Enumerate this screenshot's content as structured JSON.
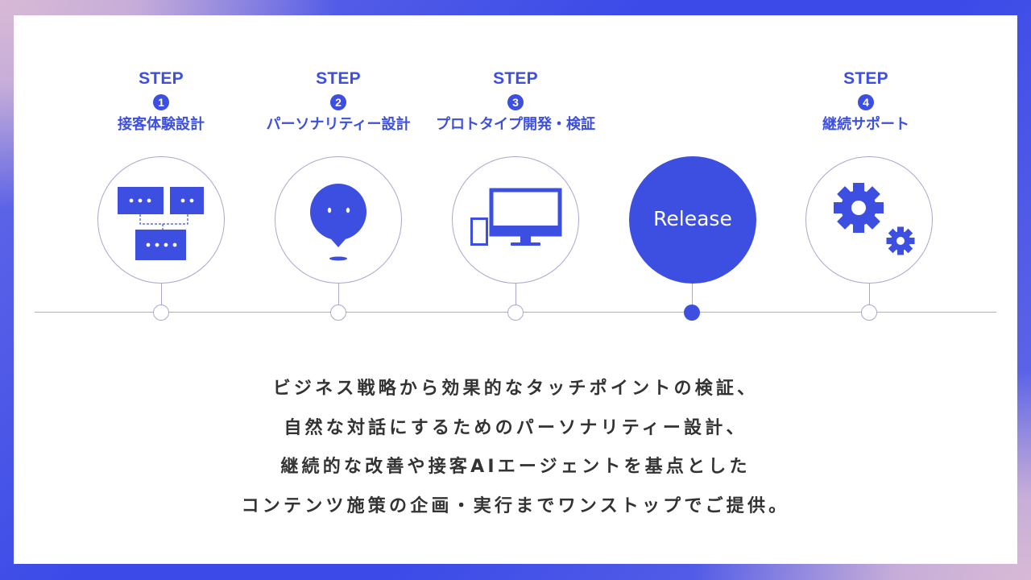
{
  "colors": {
    "accent": "#3d4fe0",
    "circle_border": "#a9a8cf",
    "timeline": "#a8a8ee",
    "body_text": "#333333",
    "frame_blue": "#3c4be8",
    "frame_pink": "#d8b9d6"
  },
  "steps": [
    {
      "label": "STEP",
      "number": "1",
      "title": "接客体験設計",
      "icon": "chat-flow-icon"
    },
    {
      "label": "STEP",
      "number": "2",
      "title": "パーソナリティー設計",
      "icon": "speech-bubble-face-icon"
    },
    {
      "label": "STEP",
      "number": "3",
      "title": "プロトタイプ開発・検証",
      "icon": "devices-icon"
    },
    {
      "label": "",
      "number": "",
      "title": "",
      "icon": "release-badge",
      "badge_text": "Release"
    },
    {
      "label": "STEP",
      "number": "4",
      "title": "継続サポート",
      "icon": "gears-icon"
    }
  ],
  "timeline": {
    "active_node_index": 3,
    "node_count": 5
  },
  "description": {
    "lines": [
      "ビジネス戦略から効果的なタッチポイントの検証、",
      "自然な対話にするためのパーソナリティー設計、",
      "継続的な改善や接客AIエージェントを基点とした",
      "コンテンツ施策の企画・実行までワンストップでご提供。"
    ]
  }
}
